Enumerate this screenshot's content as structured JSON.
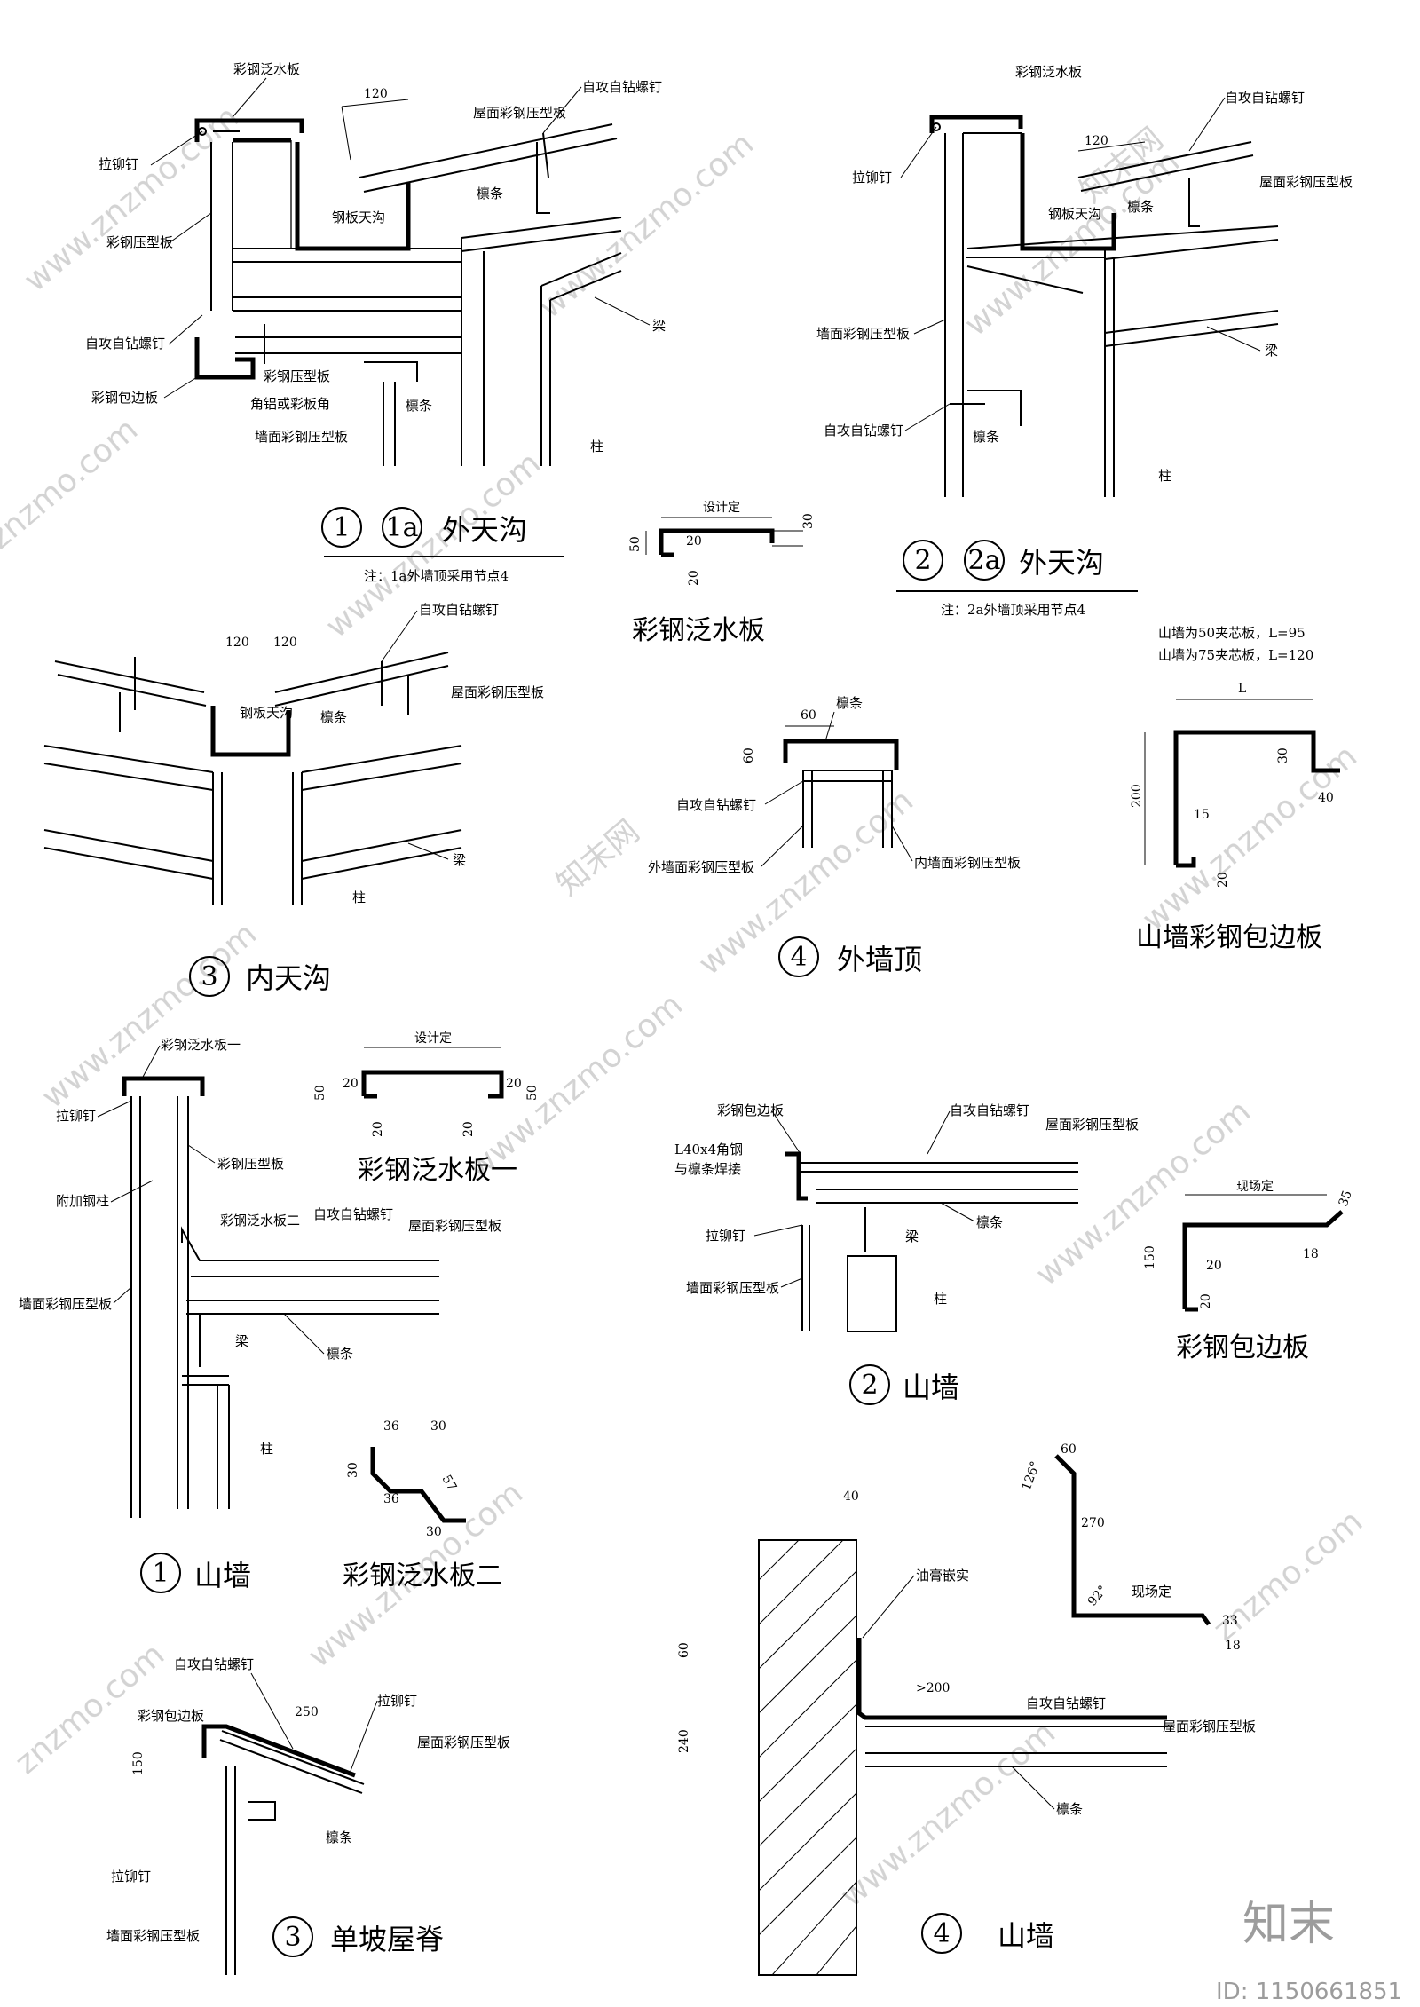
{
  "d1": {
    "labels": {
      "flashing": "彩钢泛水板",
      "self_drill_screw": "自攻自钻螺钉",
      "dim120": "120",
      "roof_panel": "屋面彩钢压型板",
      "rivet": "拉铆钉",
      "steel_gutter": "钢板天沟",
      "profiled_panel": "彩钢压型板",
      "purlin": "檩条",
      "beam": "梁",
      "self_drill_screw_2": "自攻自钻螺钉",
      "edge_trim": "彩钢包边板",
      "profiled_panel_2": "彩钢压型板",
      "angle": "角铝或彩板角",
      "purlin_2": "檩条",
      "wall_panel": "墙面彩钢压型板",
      "column": "柱"
    },
    "num1": "1",
    "num2": "1a",
    "title": "外天沟",
    "note": "注：1a外墙顶采用节点4"
  },
  "d2": {
    "labels": {
      "flashing": "彩钢泛水板",
      "self_drill_screw": "自攻自钻螺钉",
      "rivet": "拉铆钉",
      "dim120": "120",
      "roof_panel": "屋面彩钢压型板",
      "purlin": "檩条",
      "steel_gutter": "钢板天沟",
      "wall_panel": "墙面彩钢压型板",
      "beam": "梁",
      "self_drill_screw_2": "自攻自钻螺钉",
      "purlin_2": "檩条",
      "column": "柱"
    },
    "num1": "2",
    "num2": "2a",
    "title": "外天沟",
    "note": "注：2a外墙顶采用节点4"
  },
  "flashing_detail": {
    "dims": {
      "top": "设计定",
      "d30": "30",
      "d50": "50",
      "d20a": "20",
      "d20b": "20"
    },
    "title": "彩钢泛水板"
  },
  "d3": {
    "labels": {
      "dim120a": "120",
      "dim120b": "120",
      "self_drill_screw": "自攻自钻螺钉",
      "steel_gutter": "钢板天沟",
      "purlin": "檩条",
      "roof_panel": "屋面彩钢压型板",
      "beam": "梁",
      "column": "柱"
    },
    "num": "3",
    "title": "内天沟"
  },
  "d4": {
    "labels": {
      "dim60": "60",
      "purlin": "檩条",
      "dim60v": "60",
      "self_drill_screw": "自攻自钻螺钉",
      "outer_wall_panel": "外墙面彩钢压型板",
      "inner_wall_panel": "内墙面彩钢压型板"
    },
    "num": "4",
    "title": "外墙顶"
  },
  "gable_trim": {
    "note1": "山墙为50夹芯板，L=95",
    "note2": "山墙为75夹芯板，L=120",
    "dims": {
      "L": "L",
      "d30": "30",
      "d40": "40",
      "d200": "200",
      "d15": "15",
      "d20": "20"
    },
    "title": "山墙彩钢包边板"
  },
  "s1": {
    "labels": {
      "flashing1": "彩钢泛水板一",
      "rivet": "拉铆钉",
      "profiled_panel": "彩钢压型板",
      "extra_column": "附加钢柱",
      "flashing2": "彩钢泛水板二",
      "self_drill_screw": "自攻自钻螺钉",
      "roof_panel": "屋面彩钢压型板",
      "wall_panel": "墙面彩钢压型板",
      "beam": "梁",
      "purlin": "檩条",
      "column": "柱"
    },
    "num": "1",
    "title": "山墙"
  },
  "flashing1_detail": {
    "dims": {
      "top": "设计定",
      "d50a": "50",
      "d20a": "20",
      "d20b": "20",
      "d20c": "20",
      "d20d": "20",
      "d50b": "50"
    },
    "title": "彩钢泛水板一"
  },
  "flashing2_detail": {
    "dims": {
      "d36a": "36",
      "d30a": "30",
      "d30b": "30",
      "d57": "57",
      "d36b": "36",
      "d30c": "30"
    },
    "title": "彩钢泛水板二"
  },
  "s2": {
    "labels": {
      "edge_trim": "彩钢包边板",
      "angle1": "L40x4角钢",
      "angle2": "与檩条焊接",
      "self_drill_screw": "自攻自钻螺钉",
      "roof_panel": "屋面彩钢压型板",
      "purlin": "檩条",
      "rivet": "拉铆钉",
      "beam": "梁",
      "wall_panel": "墙面彩钢压型板",
      "column": "柱"
    },
    "num": "2",
    "title": "山墙"
  },
  "edge_trim_detail": {
    "dims": {
      "top": "现场定",
      "d35": "35",
      "d150": "150",
      "d18": "18",
      "d20a": "20",
      "d20b": "20"
    },
    "title": "彩钢包边板"
  },
  "ridge": {
    "labels": {
      "self_drill_screw": "自攻自钻螺钉",
      "dim250": "250",
      "rivet": "拉铆钉",
      "edge_trim": "彩钢包边板",
      "roof_panel": "屋面彩钢压型板",
      "dim150": "150",
      "purlin": "檩条",
      "rivet_2": "拉铆钉",
      "wall_panel": "墙面彩钢压型板"
    },
    "num": "3",
    "title": "单坡屋脊"
  },
  "s4": {
    "labels": {
      "dim40": "40",
      "dim60": "60",
      "dim126": "126°",
      "dim270": "270",
      "dim92": "92°",
      "field": "现场定",
      "dim33": "33",
      "dim18": "18",
      "sealant": "油膏嵌实",
      "dim60v": "60",
      "dim240": "240",
      "dim200": ">200",
      "self_drill_screw": "自攻自钻螺钉",
      "roof_panel": "屋面彩钢压型板",
      "purlin": "檩条"
    },
    "num": "4",
    "title": "山墙"
  },
  "watermark": {
    "site": "www.znzmo.com",
    "brand": "知末网",
    "site_short": "znzmo.com"
  },
  "branding": {
    "logo": "知末",
    "id": "ID: 1150661851"
  }
}
